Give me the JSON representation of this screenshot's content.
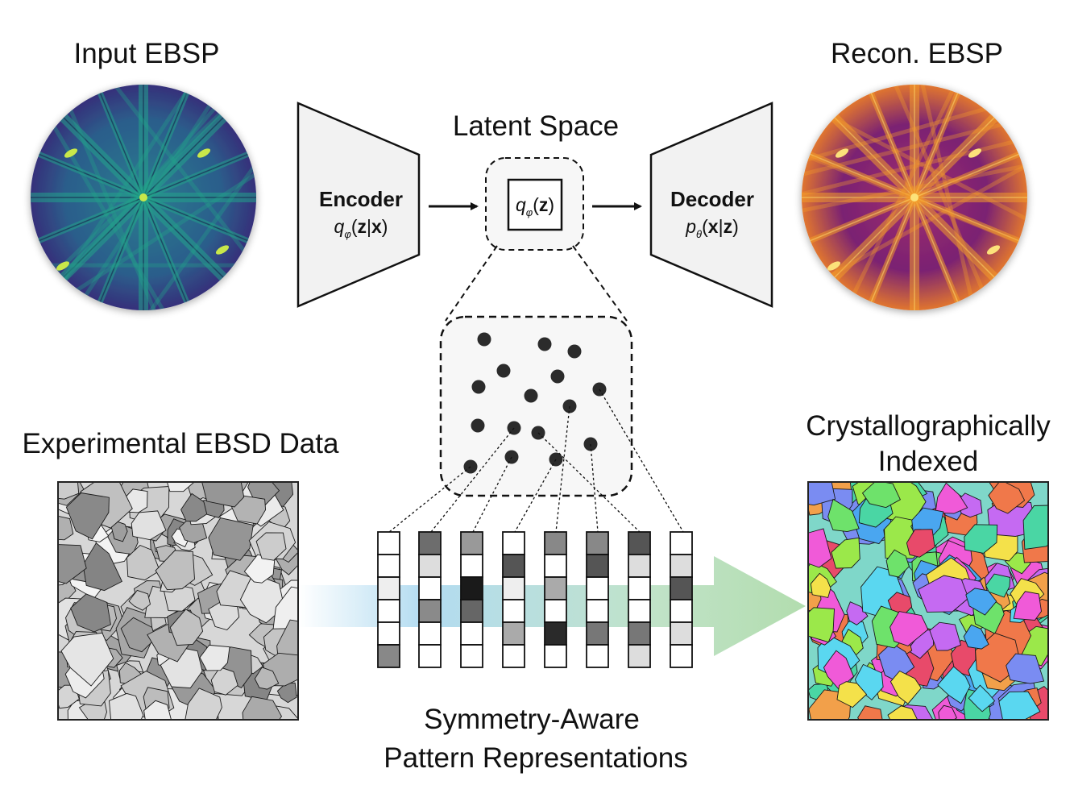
{
  "labels": {
    "input_ebsp": "Input EBSP",
    "recon_ebsp": "Recon. EBSP",
    "latent_space": "Latent Space",
    "experimental": "Experimental EBSD Data",
    "indexed_line1": "Crystallographically",
    "indexed_line2": "Indexed",
    "symmetry_line1": "Symmetry-Aware",
    "symmetry_line2": "Pattern Representations"
  },
  "encoder": {
    "title": "Encoder",
    "fn": "q",
    "sub": "φ",
    "args_open": "(",
    "z": "z",
    "bar": "|",
    "x": "x",
    "args_close": ")"
  },
  "decoder": {
    "title": "Decoder",
    "fn": "p",
    "sub": "θ",
    "args_open": "(",
    "x": "x",
    "bar": "|",
    "z": "z",
    "args_close": ")"
  },
  "latent_box": {
    "fn": "q",
    "sub": "φ",
    "args_open": "(",
    "z": "z",
    "args_close": ")"
  },
  "colors": {
    "ink": "#111111",
    "viridis_bg": "#2e5f8c",
    "viridis_band": "#23a38a",
    "viridis_spot": "#c8e84a",
    "inferno_bg": "#6b1f72",
    "inferno_band": "#f39a2a",
    "inferno_spot": "#fce27a",
    "flow_arrow_blue": "#8fcbea",
    "flow_arrow_green": "#9fd49a"
  },
  "icons": [
    "encoder-trapezoid",
    "decoder-trapezoid",
    "arrow-right",
    "dashed-zoom-lines"
  ]
}
